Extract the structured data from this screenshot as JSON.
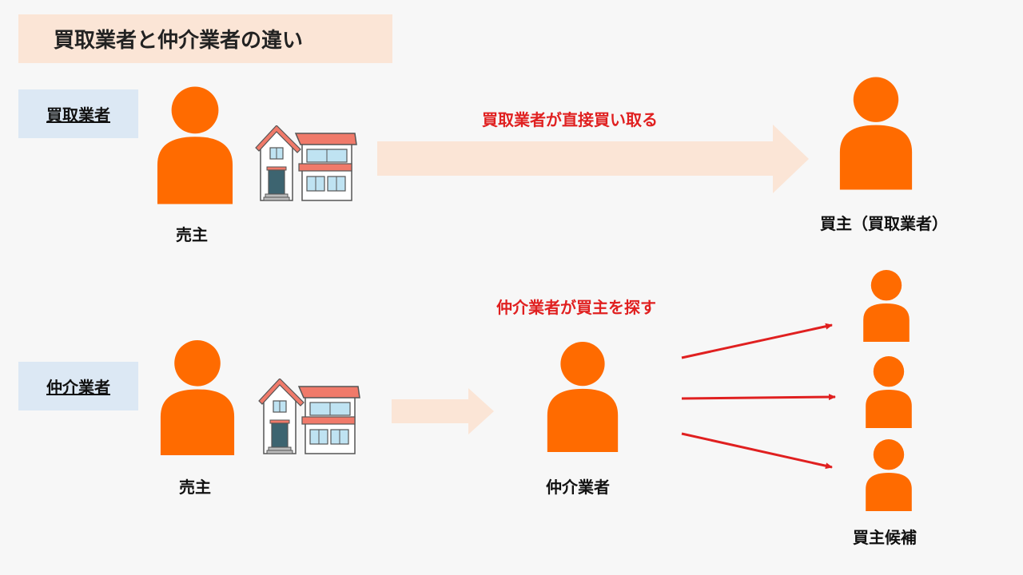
{
  "title": "買取業者と仲介業者の違い",
  "rows": {
    "kaitori": {
      "label": "買取業者",
      "seller_caption": "売主",
      "action_text": "買取業者が直接買い取る",
      "buyer_caption": "買主（買取業者）"
    },
    "chukai": {
      "label": "仲介業者",
      "seller_caption": "売主",
      "action_text": "仲介業者が買主を探す",
      "agent_caption": "仲介業者",
      "candidates_caption": "買主候補"
    }
  },
  "colors": {
    "person": "#ff6b00",
    "arrow_fill": "#fbe5d6",
    "red": "#e02020",
    "label_bg": "#dce8f4",
    "title_bg": "#fbe5d6"
  },
  "icons": [
    "person-icon",
    "house-icon",
    "right-arrow-icon"
  ]
}
